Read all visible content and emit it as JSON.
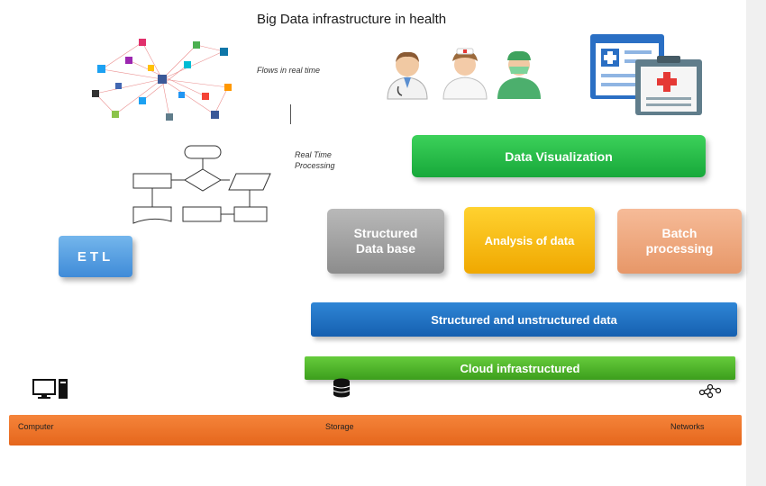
{
  "title": "Big Data infrastructure in health",
  "notes": {
    "flows": "Flows in real time",
    "processing_line1": "Real Time",
    "processing_line2": "Processing"
  },
  "boxes": {
    "visualization": "Data Visualization",
    "structured_db_line1": "Structured",
    "structured_db_line2": "Data base",
    "analysis": "Analysis of data",
    "batch_line1": "Batch",
    "batch_line2": "processing",
    "structured_unstructured": "Structured and unstructured data",
    "cloud": "Cloud infrastructured",
    "etl": "ETL"
  },
  "base": {
    "computer": "Computer",
    "storage": "Storage",
    "networks": "Networks"
  },
  "icons": [
    "social-network-icon",
    "doctor-icon",
    "nurse-icon",
    "surgeon-icon",
    "medical-record-icon",
    "flowchart-icon",
    "computer-icon",
    "database-icon",
    "network-icon"
  ],
  "colors": {
    "visualization": "#22b845",
    "structured_db": "#a3a3a3",
    "analysis": "#f7bd12",
    "batch": "#efa77d",
    "structured_unstructured": "#2272c4",
    "cloud": "#52b52e",
    "etl": "#5aa0e2",
    "base": "#ec7428"
  }
}
